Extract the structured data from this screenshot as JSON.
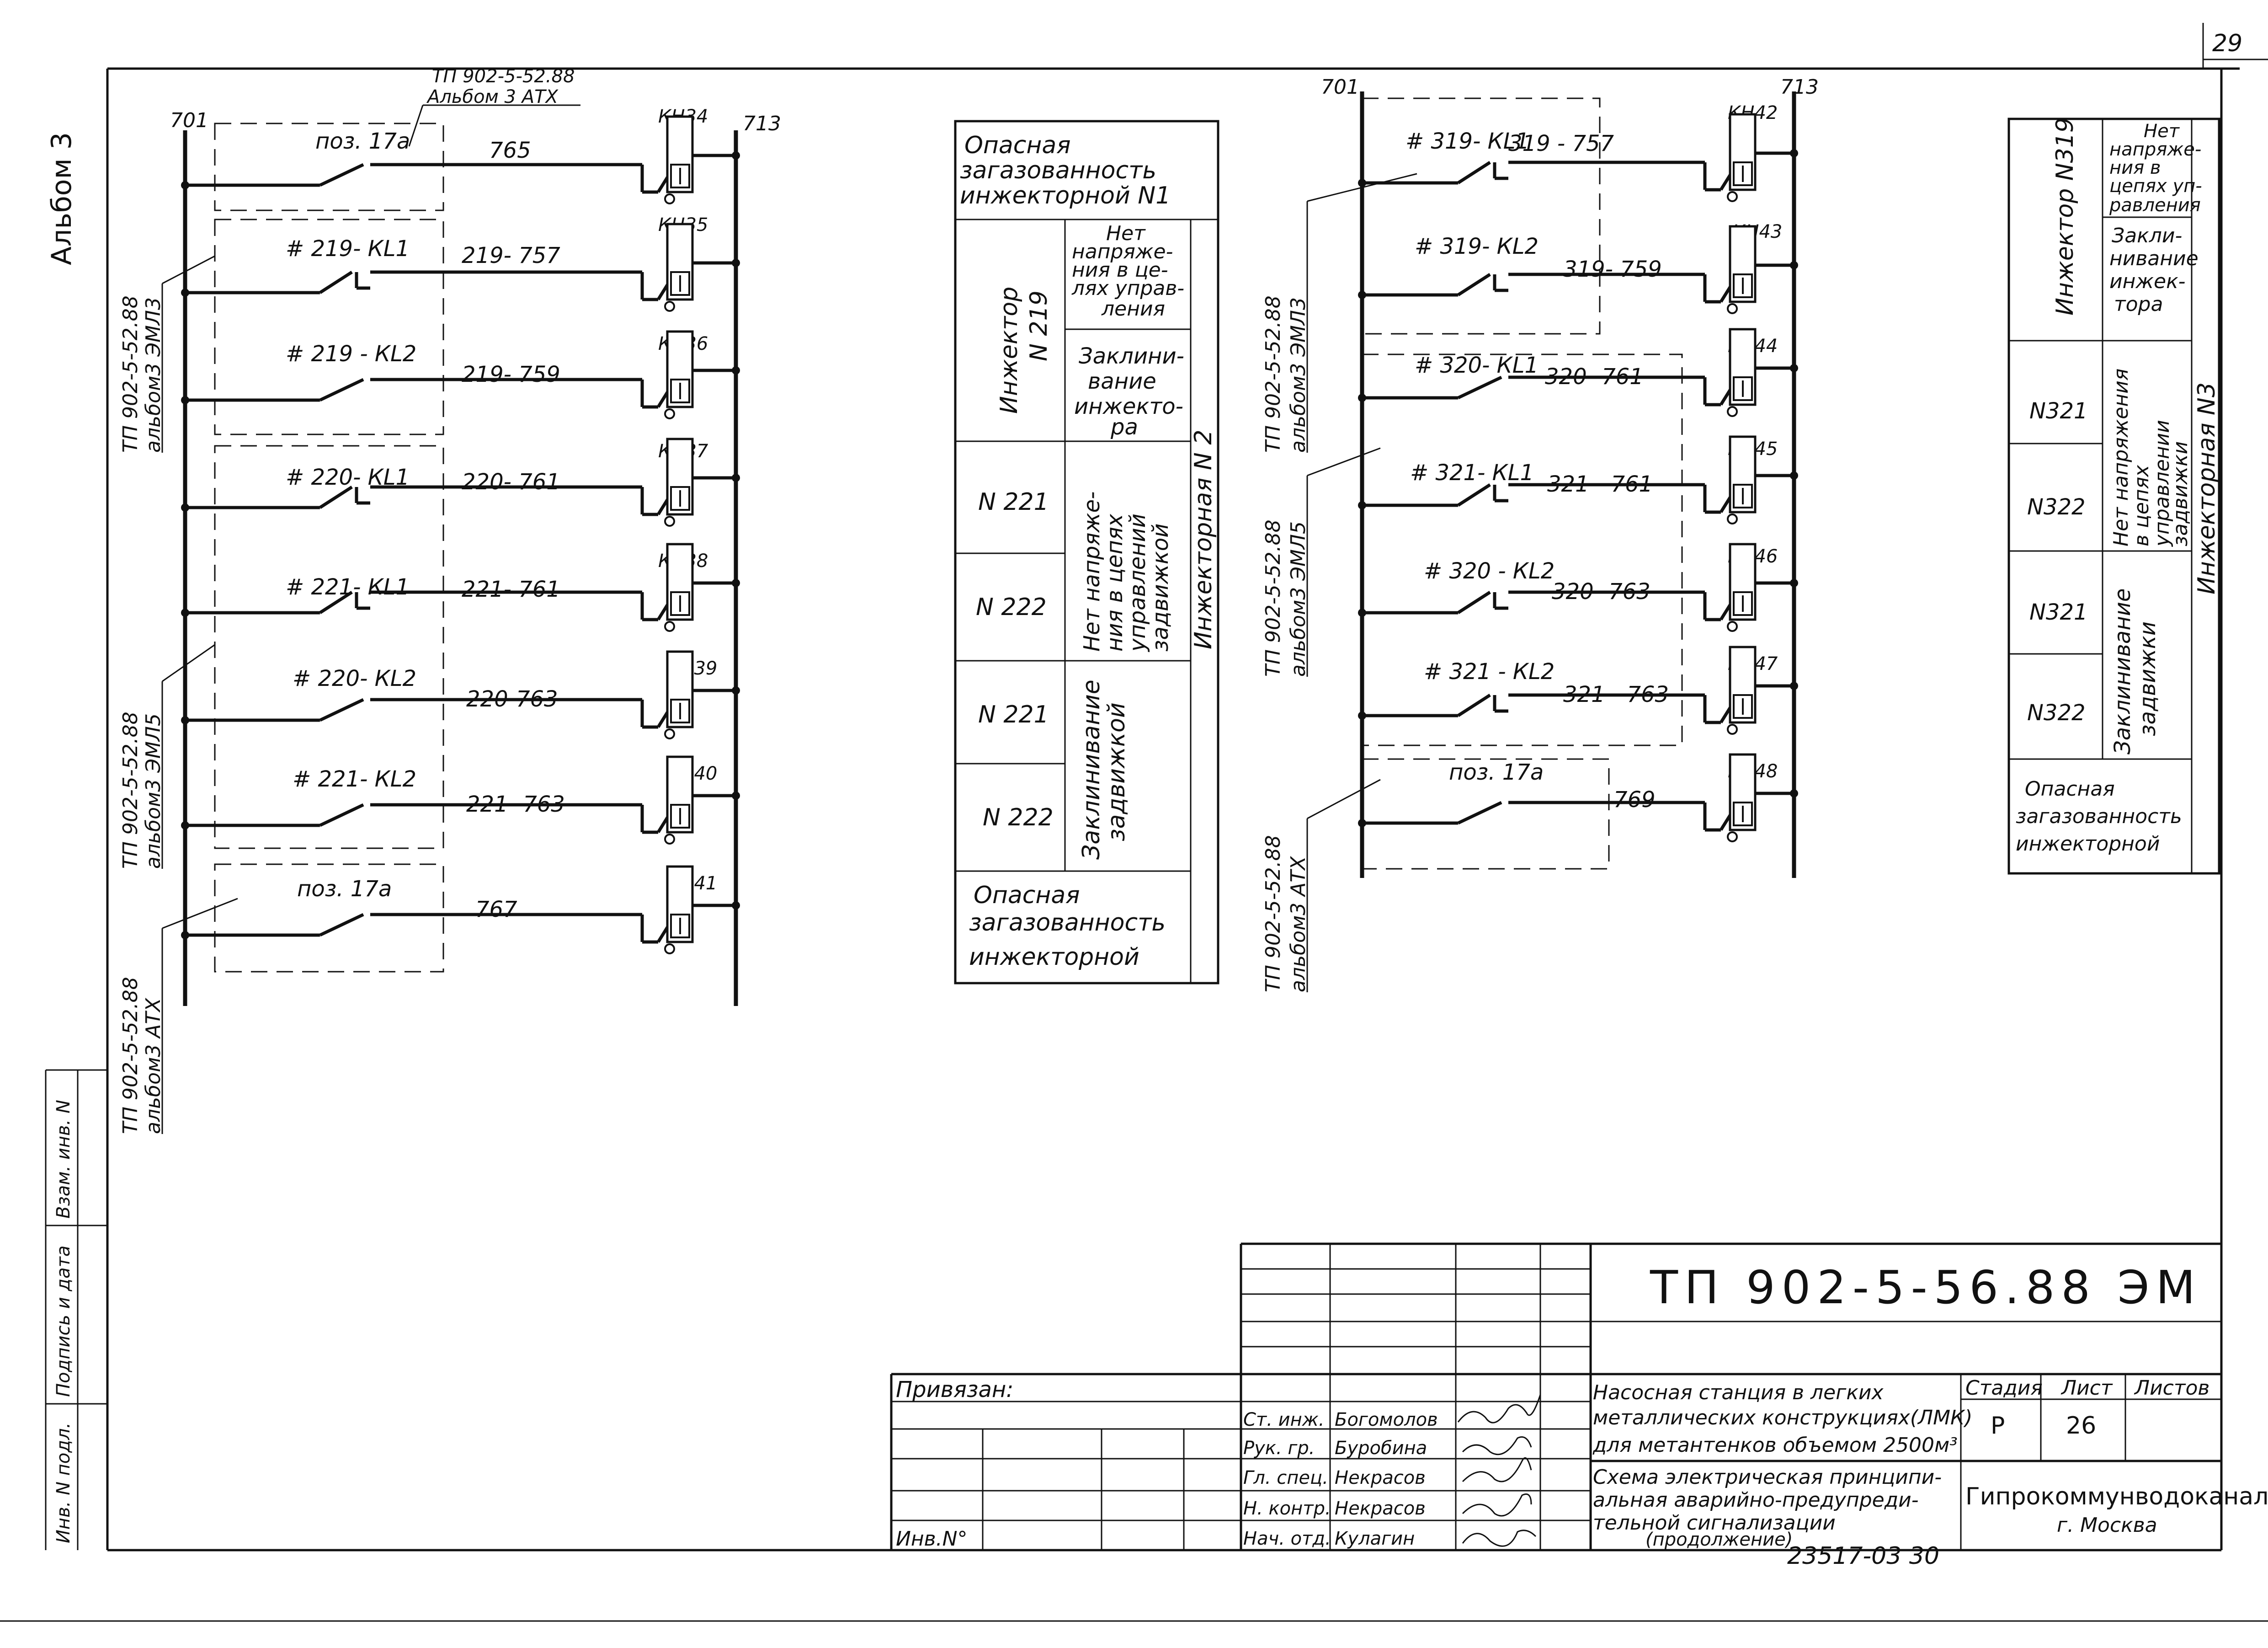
{
  "page_number": "29",
  "album_label": "Альбом 3",
  "left_circuit": {
    "bus_left": "701",
    "bus_right": "713",
    "ref_top": "ТП 902-5-52.88",
    "ref_top2": "Альбом 3  АТХ",
    "ref_eml3_a": "ТП 902-5-52.88",
    "ref_eml3_b": "альбом3  ЭМЛ3",
    "ref_eml5_a": "ТП 902-5-52.88",
    "ref_eml5_b": "альбом3  ЭМЛ5",
    "ref_atx_a": "ТП 902-5-52.88",
    "ref_atx_b": "альбом3  АТХ",
    "rows": [
      {
        "contact": "поз. 17а",
        "wire": "765",
        "indicator": "КН34"
      },
      {
        "contact": "# 219- КL1",
        "wire": "219- 757",
        "indicator": "КН35"
      },
      {
        "contact": "# 219 - КL2",
        "wire": "219- 759",
        "indicator": "КН36"
      },
      {
        "contact": "# 220- КL1",
        "wire": "220- 761",
        "indicator": "КН37"
      },
      {
        "contact": "# 221- КL1",
        "wire": "221- 761",
        "indicator": "КН38"
      },
      {
        "contact": "# 220- КL2",
        "wire": "220-763",
        "indicator": "КН39"
      },
      {
        "contact": "# 221- КL2",
        "wire": "221- 763",
        "indicator": "КН40"
      },
      {
        "contact": "поз. 17а",
        "wire": "767",
        "indicator": "КН41"
      }
    ]
  },
  "middle_table": {
    "header": [
      "Опасная",
      "загазованность",
      "инжекторной  N1"
    ],
    "group_label": [
      "Инжектор",
      "N 219"
    ],
    "cell_no_voltage": [
      "Нет",
      "напряже-",
      "ния в це-",
      "лях управ-",
      "ления"
    ],
    "cell_jam": [
      "Заклини-",
      "вание",
      "инжекто-",
      "ра"
    ],
    "rows_a": [
      "N 221",
      "N 222"
    ],
    "rows_b": [
      "N 221",
      "N 222"
    ],
    "cell_no_voltage_valve": [
      "Нет напряже-",
      "ния в цепях",
      "управлений",
      "задвижкой"
    ],
    "cell_jam_valve": [
      "Заклинивание",
      "задвижкой"
    ],
    "side_label": "Инжекторная  N 2",
    "footer": [
      "Опасная",
      "загазованность",
      "инжекторной"
    ]
  },
  "right_circuit": {
    "bus_left": "701",
    "bus_right": "713",
    "ref_eml3_a": "ТП 902-5-52.88",
    "ref_eml3_b": "альбом3  ЭМЛ3",
    "ref_eml5_a": "ТП 902-5-52.88",
    "ref_eml5_b": "альбом3  ЭМЛ5",
    "ref_atx_a": "ТП 902-5-52.88",
    "ref_atx_b": "альбом3  АТХ",
    "rows": [
      {
        "contact": "# 319- КL1",
        "wire": "319 - 757",
        "indicator": "КН42"
      },
      {
        "contact": "# 319- КL2",
        "wire": "319- 759",
        "indicator": "КН43"
      },
      {
        "contact": "# 320- КL1",
        "wire": "320- 761",
        "indicator": "КН44"
      },
      {
        "contact": "# 321- КL1",
        "wire": "321 - 761",
        "indicator": "КН45"
      },
      {
        "contact": "# 320 - КL2",
        "wire": "320- 763",
        "indicator": "КН46"
      },
      {
        "contact": "# 321 - КL2",
        "wire": "321 - 763",
        "indicator": "КН47"
      },
      {
        "contact": "поз. 17а",
        "wire": "769",
        "indicator": "КН48"
      }
    ]
  },
  "right_table": {
    "group_label": "Инжектор N319",
    "cell_no_voltage": [
      "Нет",
      "напряже-",
      "ния в",
      "цепях уп-",
      "равления"
    ],
    "cell_jam": [
      "Закли-",
      "нивание",
      "инжек-",
      "тора"
    ],
    "rows_a": [
      "N321",
      "N322"
    ],
    "rows_b": [
      "N321",
      "N322"
    ],
    "cell_no_voltage_valve": [
      "Нет напряжения",
      "в цепях",
      "управлении",
      "задвижки"
    ],
    "cell_jam_valve": [
      "Заклинивание",
      "задвижки"
    ],
    "side_label": "Инжекторная  N3",
    "footer": [
      "Опасная",
      "загазованность",
      "инжекторной"
    ]
  },
  "left_stamp": [
    "Инв. N подл.",
    "Подпись и дата",
    "Взам. инв. N"
  ],
  "title_block": {
    "code": "ТП 902-5-56.88 ЭМ",
    "bound_label": "Привязан:",
    "inv_label": "Инв.N°",
    "roles": [
      "Ст. инж.",
      "Рук. гр.",
      "Гл. спец.",
      "Н. контр.",
      "Нач. отд."
    ],
    "names": [
      "Богомолов",
      "Буробина",
      "Некрасов",
      "Некрасов",
      "Кулагин"
    ],
    "project": [
      "Насосная станция в легких",
      "металлических конструкциях(ЛМК)",
      "для метантенков объемом 2500м³"
    ],
    "sheet_title": [
      "Схема электрическая принципи-",
      "альная аварийно-предупреди-",
      "тельной сигнализации",
      "(продолжение)"
    ],
    "stage_label": "Стадия",
    "sheet_label": "Лист",
    "sheets_label": "Листов",
    "stage": "Р",
    "sheet": "26",
    "org": "Гипрокоммунводоканал",
    "city": "г. Москва"
  },
  "footer_code": "23517-03   30"
}
